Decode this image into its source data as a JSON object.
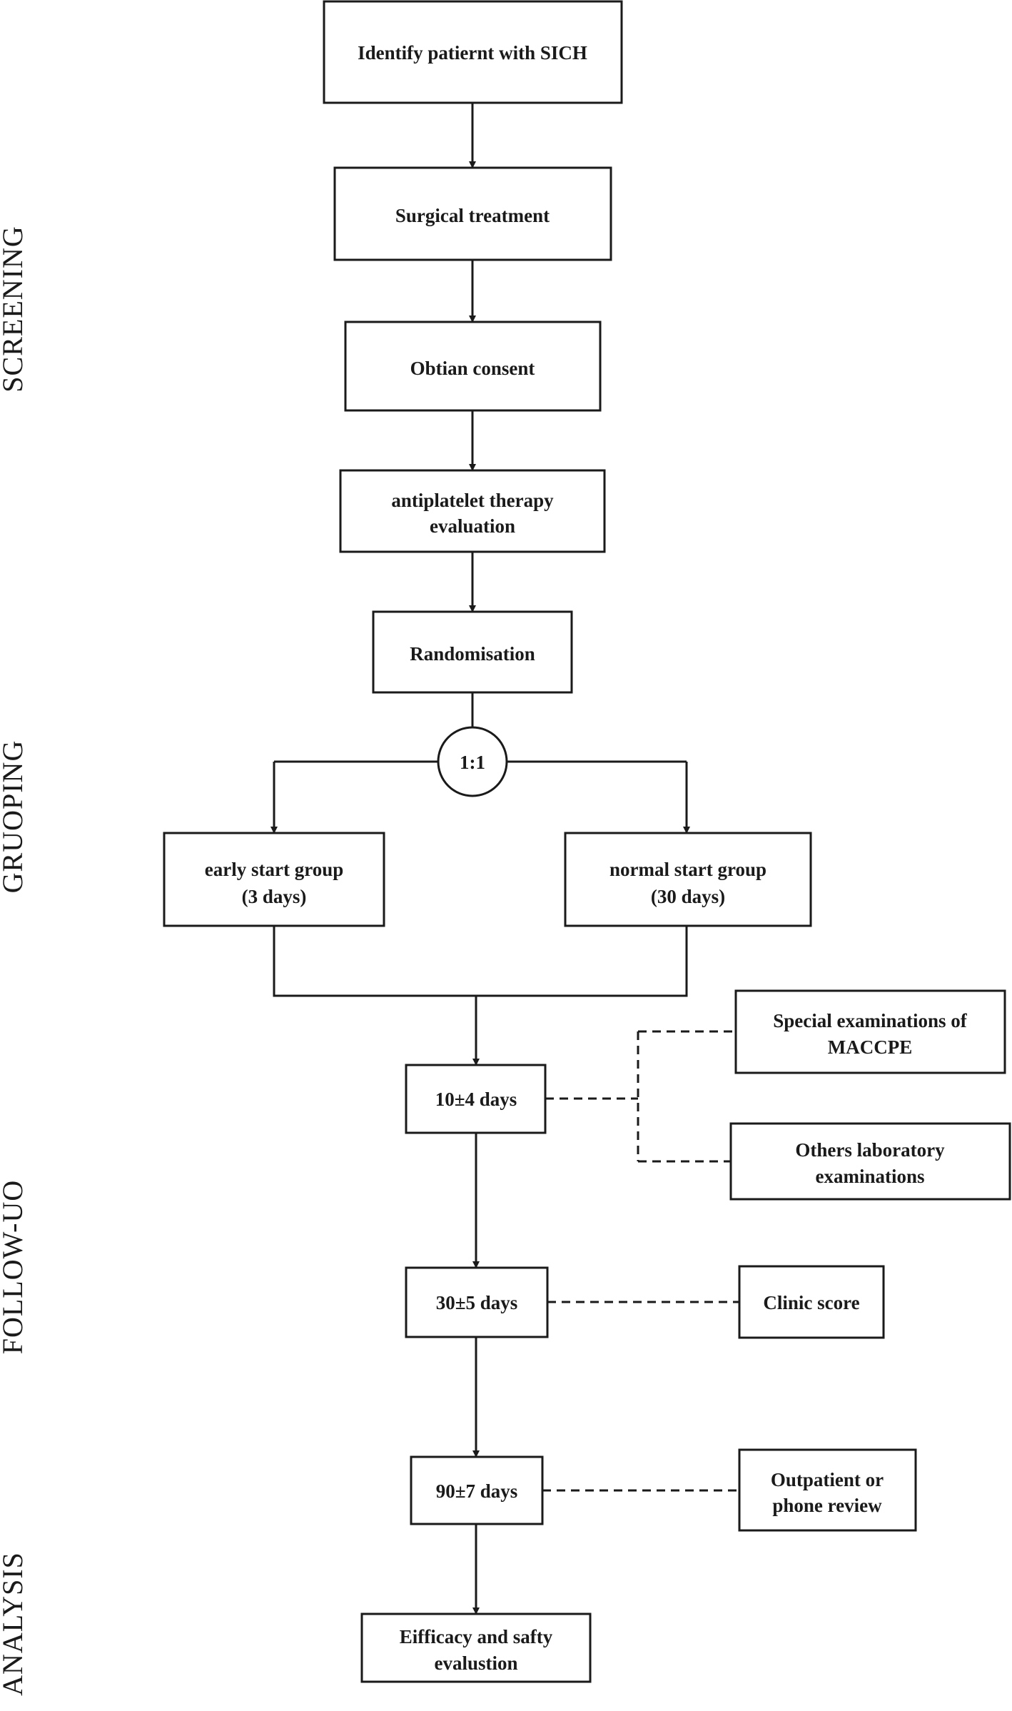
{
  "phases": {
    "screening": "SCREENING",
    "grouping": "GRUOPING",
    "follow_up": "FOLLOW-UO",
    "analysis": "ANALYSIS"
  },
  "nodes": {
    "identify": {
      "line1": "Identify patiernt with SICH"
    },
    "surgical": {
      "line1": "Surgical treatment"
    },
    "consent": {
      "line1": "Obtian consent"
    },
    "antiplatelet": {
      "line1": "antiplatelet therapy",
      "line2": "evaluation"
    },
    "randomisation": {
      "line1": "Randomisation"
    },
    "ratio": {
      "line1": "1:1"
    },
    "early": {
      "line1": "early start group",
      "line2": "(3 days)"
    },
    "normal": {
      "line1": "normal start group",
      "line2": "(30 days)"
    },
    "day10": {
      "line1": "10±4 days"
    },
    "special": {
      "line1": "Special examinations of",
      "line2": "MACCPE"
    },
    "others": {
      "line1": "Others laboratory",
      "line2": "examinations"
    },
    "day30": {
      "line1": "30±5 days"
    },
    "clinic": {
      "line1": "Clinic score"
    },
    "day90": {
      "line1": "90±7 days"
    },
    "outpatient": {
      "line1": "Outpatient or",
      "line2": "phone review"
    },
    "efficacy": {
      "line1": "Eifficacy and safty",
      "line2": "evalustion"
    }
  }
}
